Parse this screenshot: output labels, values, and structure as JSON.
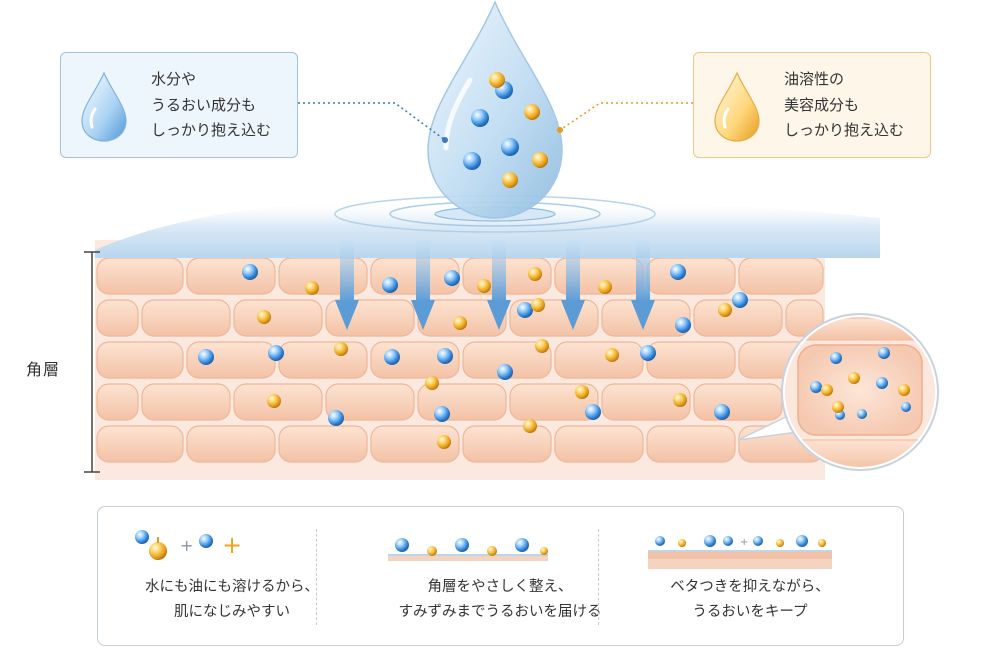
{
  "callouts": {
    "water": {
      "line1": "水分や",
      "line2": "うるおい成分も",
      "line3": "しっかり抱え込む"
    },
    "oil": {
      "line1": "油溶性の",
      "line2": "美容成分も",
      "line3": "しっかり抱え込む"
    }
  },
  "layer_label": "角層",
  "features": [
    {
      "line1": "水にも油にも溶けるから、",
      "line2": "肌になじみやすい"
    },
    {
      "line1": "角層をやさしく整え、",
      "line2": "すみずみまでうるおいを届ける"
    },
    {
      "line1": "ベタつきを抑えながら、",
      "line2": "うるおいをキープ"
    }
  ],
  "colors": {
    "water_particle": "#3e8fd8",
    "oil_particle": "#e9a521",
    "skin": "#f6d3bf",
    "water_surface": "#cfe4f5"
  }
}
